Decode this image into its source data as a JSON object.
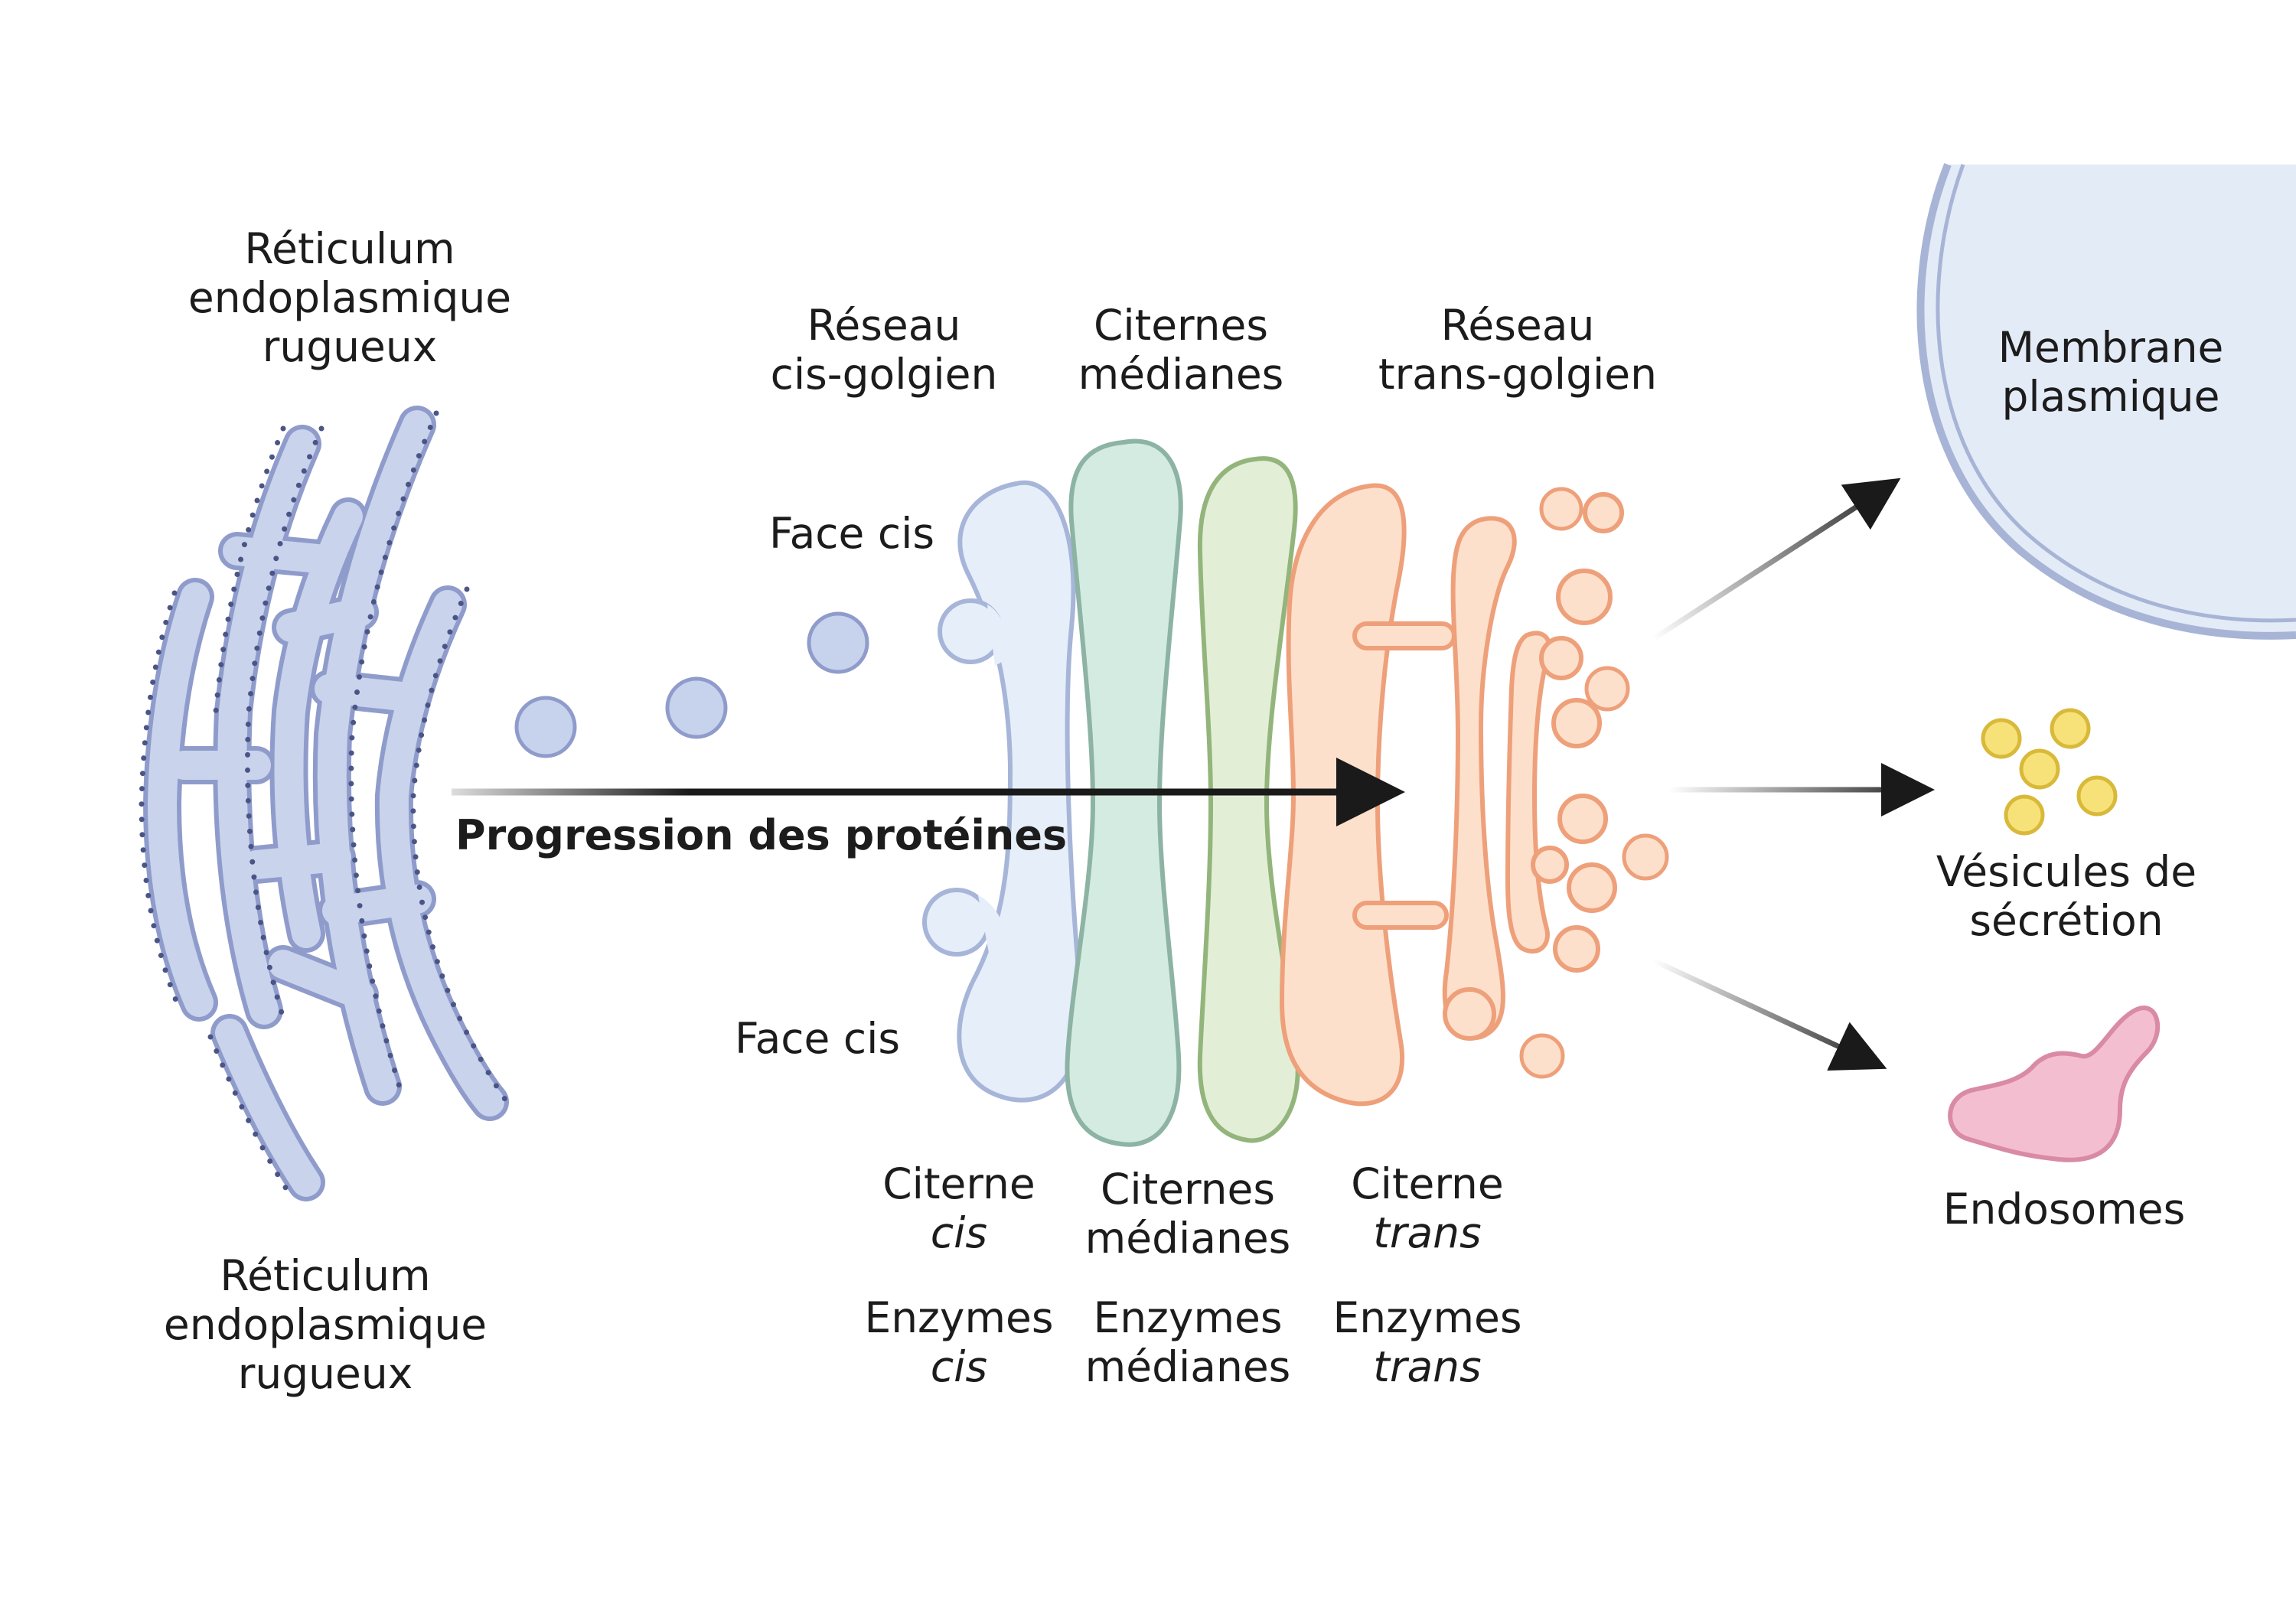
{
  "labels": {
    "rer_top": [
      "Réticulum",
      "endoplasmique",
      "rugueux"
    ],
    "rer_bottom": [
      "Réticulum",
      "endoplasmique",
      "rugueux"
    ],
    "cis_network": [
      "Réseau",
      "cis-golgien"
    ],
    "medial_top": [
      "Citernes",
      "médianes"
    ],
    "trans_network": [
      "Réseau",
      "trans-golgien"
    ],
    "face_cis_top": "Face cis",
    "face_cis_bottom": "Face cis",
    "progression": "Progression des protéines",
    "cis_cistern": [
      "Citerne",
      "cis"
    ],
    "medial_cisterns": [
      "Citernes",
      "médianes"
    ],
    "trans_cistern": [
      "Citerne",
      "trans"
    ],
    "cis_enzymes": [
      "Enzymes",
      "cis"
    ],
    "medial_enzymes": [
      "Enzymes",
      "médianes"
    ],
    "trans_enzymes": [
      "Enzymes",
      "trans"
    ],
    "plasma_membrane": [
      "Membrane",
      "plasmique"
    ],
    "secretory_vesicles": [
      "Vésicules de",
      "sécrétion"
    ],
    "endosomes": "Endosomes"
  },
  "colors": {
    "rer_fill": "#c9d3ec",
    "rer_stroke": "#8f9ccb",
    "ribosome": "#4a5585",
    "cis_fill": "#e6eef9",
    "cis_stroke": "#a6b5d8",
    "medial1_fill": "#d4ebe1",
    "medial1_stroke": "#8db3a4",
    "medial2_fill": "#e2efd6",
    "medial2_stroke": "#93b57c",
    "trans_fill": "#fde0cc",
    "trans_stroke": "#eea07a",
    "membrane_fill": "#e3ebf7",
    "membrane_stroke": "#a7b4d6",
    "vesicle_yellow": "#f7e27a",
    "vesicle_yellow_stroke": "#d9b93a",
    "endosome_fill": "#f3bfd0",
    "endosome_stroke": "#d98aa4",
    "arrow": "#1a1a1a"
  }
}
